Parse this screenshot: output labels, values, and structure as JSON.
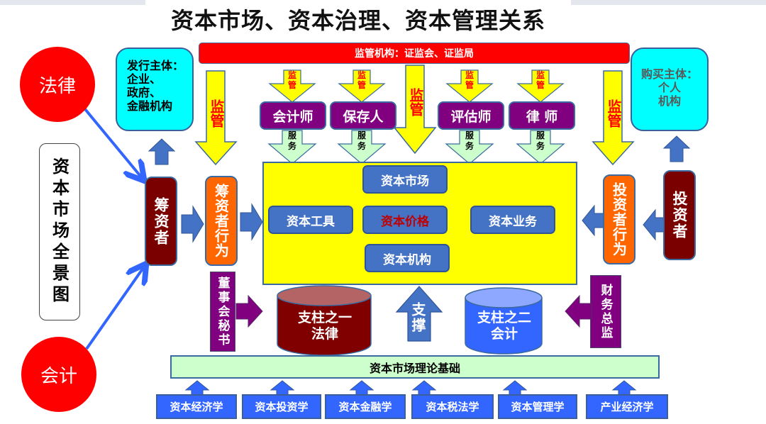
{
  "title": "资本市场、资本治理、资本管理关系",
  "side_label": "资本市场全景图",
  "circles": {
    "law": "法律",
    "accounting": "会计"
  },
  "issuer": {
    "heading": "发行主体：",
    "lines": [
      "企业、",
      "政府、",
      "金融机构"
    ]
  },
  "buyer": {
    "heading": "购买主体：",
    "lines": [
      "个人",
      "机构"
    ]
  },
  "regulator_bar": "监管机构：证监会、证监局",
  "supervise_label": "监管",
  "service_label": "服务",
  "intermediaries": [
    "会计师",
    "保存人",
    "评估师",
    "律 师"
  ],
  "fundraiser": "筹资者",
  "fundraiser_behavior": "筹资者行为",
  "investor": "投资者",
  "investor_behavior": "投资者行为",
  "market_core": {
    "top": "资本市场",
    "left": "资本工具",
    "center": "资本价格",
    "right": "资本业务",
    "bottom": "资本机构"
  },
  "board_secretary": "董事会秘书",
  "cfo": "财务总监",
  "pillar_one": {
    "line1": "支柱之一",
    "line2": "法律"
  },
  "pillar_two": {
    "line1": "支柱之二",
    "line2": "会计"
  },
  "support_label": "支撑",
  "foundation": "资本市场理论基础",
  "disciplines": [
    "资本经济学",
    "资本投资学",
    "资本金融学",
    "资本税法学",
    "资本管理学",
    "产业经济学"
  ],
  "colors": {
    "red": "#ff0000",
    "cyan": "#00ffff",
    "yellow": "#ffff00",
    "purple": "#800080",
    "dark_red": "#7a0000",
    "orange": "#ff6600",
    "blue": "#4472c4",
    "bright_blue": "#3366ff",
    "light_green": "#ccffcc"
  }
}
